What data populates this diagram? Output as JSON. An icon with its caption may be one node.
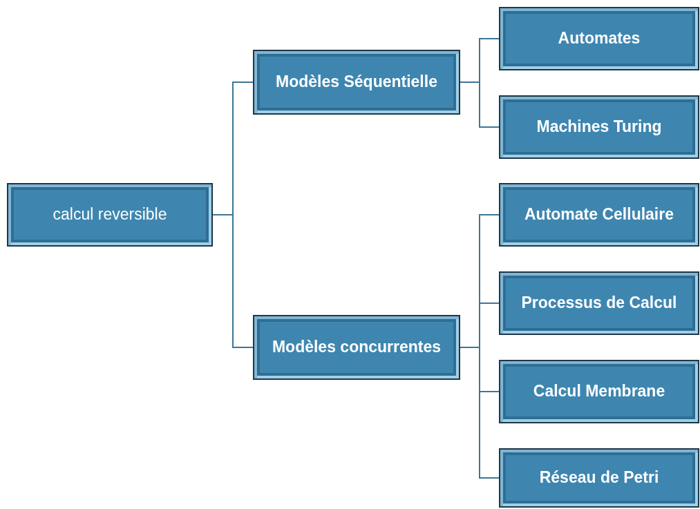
{
  "diagram": {
    "nodes": [
      {
        "text": [
          "calcul reversible"
        ]
      },
      {
        "text": [
          "Modèles Séquentielle"
        ]
      },
      {
        "text": [
          "Modèles concurrentes"
        ]
      },
      {
        "text": [
          "Automates"
        ]
      },
      {
        "text": [
          "Machines Turing"
        ]
      },
      {
        "text": [
          "Automate Cellulaire"
        ]
      },
      {
        "text": [
          "Processus de Calcul"
        ]
      },
      {
        "text": [
          "Calcul Membrane"
        ]
      },
      {
        "text": [
          "Réseau de Petri"
        ]
      }
    ],
    "edges": [
      {
        "from": 0,
        "to": 1,
        "arrow": "none"
      },
      {
        "from": 0,
        "to": 2,
        "arrow": "none"
      },
      {
        "from": 1,
        "to": 3,
        "arrow": "none"
      },
      {
        "from": 1,
        "to": 4,
        "arrow": "none"
      },
      {
        "from": 2,
        "to": 5,
        "arrow": "none"
      },
      {
        "from": 2,
        "to": 6,
        "arrow": "none"
      },
      {
        "from": 2,
        "to": 7,
        "arrow": "none"
      },
      {
        "from": 2,
        "to": 8,
        "arrow": "none"
      }
    ]
  }
}
